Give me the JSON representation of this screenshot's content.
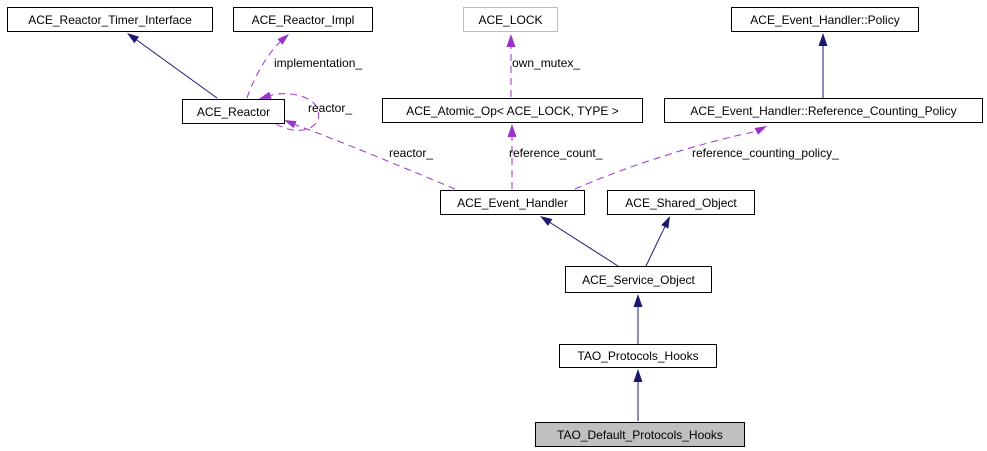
{
  "diagram": {
    "type": "class-collaboration-diagram",
    "focus_class": "TAO_Default_Protocols_Hooks",
    "colors": {
      "background": "#ffffff",
      "inheritance_edge": "#191970",
      "collaboration_edge": "#9a32cd",
      "node_border": "#000000",
      "template_node_border": "#bdbdbd",
      "focus_node_fill": "#c0c0c0",
      "text": "#000000"
    },
    "nodes": [
      {
        "id": "ace-reactor-timer-interface",
        "label": "ACE_Reactor_Timer_Interface"
      },
      {
        "id": "ace-reactor-impl",
        "label": "ACE_Reactor_Impl"
      },
      {
        "id": "ace-lock",
        "label": "ACE_LOCK"
      },
      {
        "id": "ace-event-handler-policy",
        "label": "ACE_Event_Handler::Policy"
      },
      {
        "id": "ace-reactor",
        "label": "ACE_Reactor"
      },
      {
        "id": "ace-atomic-op",
        "label": "ACE_Atomic_Op< ACE_LOCK, TYPE >"
      },
      {
        "id": "ace-event-handler-reference-counting-policy",
        "label": "ACE_Event_Handler::Reference_Counting_Policy"
      },
      {
        "id": "ace-event-handler",
        "label": "ACE_Event_Handler"
      },
      {
        "id": "ace-shared-object",
        "label": "ACE_Shared_Object"
      },
      {
        "id": "ace-service-object",
        "label": "ACE_Service_Object"
      },
      {
        "id": "tao-protocols-hooks",
        "label": "TAO_Protocols_Hooks"
      },
      {
        "id": "tao-default-protocols-hooks",
        "label": "TAO_Default_Protocols_Hooks"
      }
    ],
    "edge_labels": [
      {
        "text": "implementation_"
      },
      {
        "text": "own_mutex_"
      },
      {
        "text": "reactor_"
      },
      {
        "text": "reactor_"
      },
      {
        "text": "reference_count_"
      },
      {
        "text": "reference_counting_policy_"
      }
    ],
    "edges": [
      {
        "from": "ACE_Reactor",
        "to": "ACE_Reactor_Timer_Interface",
        "type": "inheritance"
      },
      {
        "from": "ACE_Event_Handler::Reference_Counting_Policy",
        "to": "ACE_Event_Handler::Policy",
        "type": "inheritance"
      },
      {
        "from": "ACE_Service_Object",
        "to": "ACE_Event_Handler",
        "type": "inheritance"
      },
      {
        "from": "ACE_Service_Object",
        "to": "ACE_Shared_Object",
        "type": "inheritance"
      },
      {
        "from": "TAO_Protocols_Hooks",
        "to": "ACE_Service_Object",
        "type": "inheritance"
      },
      {
        "from": "TAO_Default_Protocols_Hooks",
        "to": "TAO_Protocols_Hooks",
        "type": "inheritance"
      },
      {
        "from": "ACE_Reactor",
        "to": "ACE_Reactor_Impl",
        "type": "collaboration",
        "label": "implementation_"
      },
      {
        "from": "ACE_Atomic_Op< ACE_LOCK, TYPE >",
        "to": "ACE_LOCK",
        "type": "collaboration",
        "label": "own_mutex_"
      },
      {
        "from": "ACE_Reactor",
        "to": "ACE_Reactor",
        "type": "collaboration",
        "label": "reactor_"
      },
      {
        "from": "ACE_Event_Handler",
        "to": "ACE_Reactor",
        "type": "collaboration",
        "label": "reactor_"
      },
      {
        "from": "ACE_Event_Handler",
        "to": "ACE_Atomic_Op< ACE_LOCK, TYPE >",
        "type": "collaboration",
        "label": "reference_count_"
      },
      {
        "from": "ACE_Event_Handler",
        "to": "ACE_Event_Handler::Reference_Counting_Policy",
        "type": "collaboration",
        "label": "reference_counting_policy_"
      }
    ]
  }
}
